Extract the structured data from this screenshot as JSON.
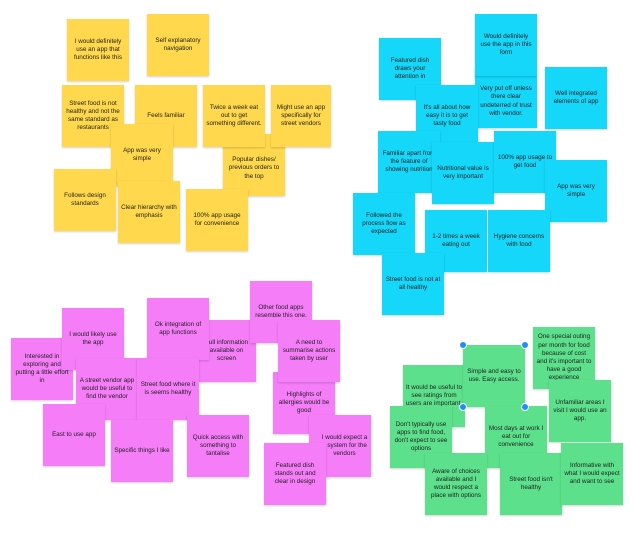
{
  "colors": {
    "yellow": "#FFD84D",
    "cyan": "#14D7F9",
    "pink": "#F57DF7",
    "green": "#5CE08B",
    "selection": "#1E90F5"
  },
  "yellow": [
    "I would definitely use an app that functions like this",
    "Self explanatory navigation",
    "Street food is not healthy and not the same standard as restaurants",
    "Feels familiar",
    "Popular dishes/ previous orders to the top",
    "Twice a week eat out to get something different.",
    "Might use an app specifically for street vendors",
    "App was very simple",
    "Follows design standards",
    "Clear hierarchy with emphasis",
    "100% app usage for convenience"
  ],
  "cyan": [
    "Featured dish draws your attention in",
    "Very put off unless there clear undeterred of trust with vendor.",
    "Would definitely use the app in this form",
    "Well integrated elements of app",
    "It's all about how easy it is to get tasty food",
    "Familiar apart from the feature of showing nutrition",
    "Nutritional value is very important",
    "100% app usage to get food",
    "App was very simple",
    "Followed the process flow as expected",
    "1-2 times a week eating out",
    "Hygiene concerns with food",
    "Street food is not at all healthy"
  ],
  "pink": [
    "Interested in exploring and putting a little effort in",
    "I would likely use the app",
    "Full information available on screen",
    "Ok integration of app functions",
    "A street vendor app would be useful to find the vendor",
    "Street food where it is seems healthy",
    "Other food apps resemble this one.",
    "Highlights of allergies would be good",
    "A need to summarise actions taken by user",
    "East to use app",
    "Specific things I like",
    "Quick access with something to tantalise",
    "I would expect a\ng system for the\nvendors",
    "Featured dish stands out and clear in design"
  ],
  "green": [
    "One special outing per month for food because of cost and it's important to have a good experience",
    "It would be useful to see ratings from users are important.",
    "Simple and easy to use. Easy access.",
    "Unfamiliar areas I visit I would use an app.",
    "Don't typically use apps to find food, don't expect to see options",
    "Most days at work I eat out for convenience",
    "Aware of choices available and I would respect a place with options",
    "Street food isn't healthy",
    "Informative with what I would expect and want to see"
  ]
}
